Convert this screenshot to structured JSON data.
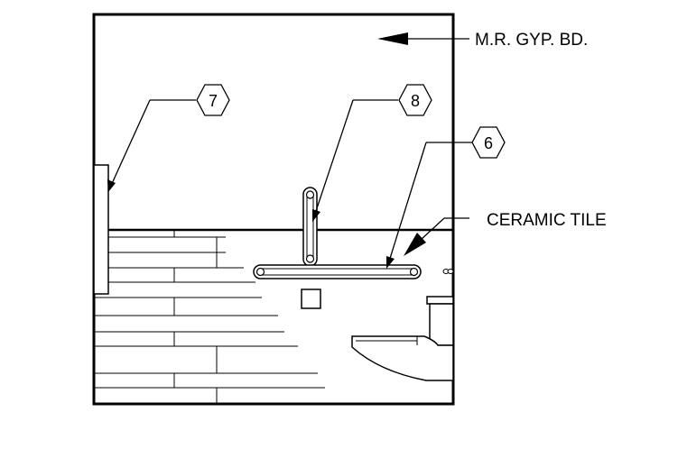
{
  "labels": {
    "wall_finish": "M.R. GYP. BD.",
    "tile": "CERAMIC TILE"
  },
  "keynotes": {
    "seven": "7",
    "eight": "8",
    "six": "6"
  },
  "colors": {
    "line": "#000000",
    "background": "#ffffff"
  }
}
